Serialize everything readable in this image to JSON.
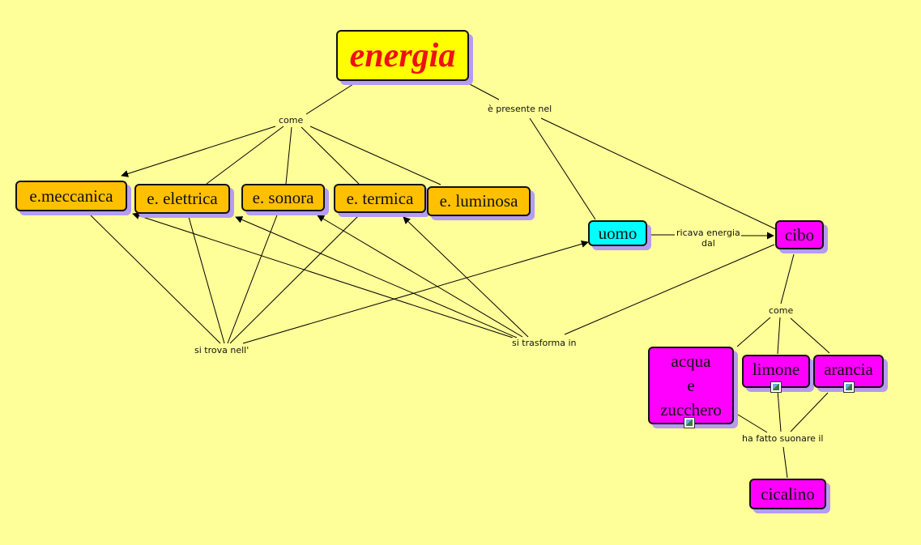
{
  "concepts": {
    "energia": "energia",
    "meccanica": "e.meccanica",
    "elettrica": "e. elettrica",
    "sonora": "e. sonora",
    "termica": "e. termica",
    "luminosa": "e. luminosa",
    "uomo": "uomo",
    "cibo": "cibo",
    "acqua_lines": [
      "acqua",
      "e",
      "zucchero"
    ],
    "limone": "limone",
    "arancia": "arancia",
    "cicalino": "cicalino"
  },
  "links": {
    "come_top": "come",
    "presente": "è presente nel",
    "ricava_lines": [
      "ricava energia",
      "dal"
    ],
    "trova": "si trova nell'",
    "trasforma": "si trasforma in",
    "come_cibo": "come",
    "suonare": "ha fatto suonare il"
  },
  "icons": [
    "image-icon",
    "image-icon",
    "image-icon"
  ],
  "colors": {
    "background": "#ffff99",
    "energy_forms": "#ffc000",
    "food": "#ff00ff",
    "person": "#00ffff",
    "root": "#ffff00",
    "root_text": "#ee1111",
    "shadow": "#b59cf0"
  }
}
